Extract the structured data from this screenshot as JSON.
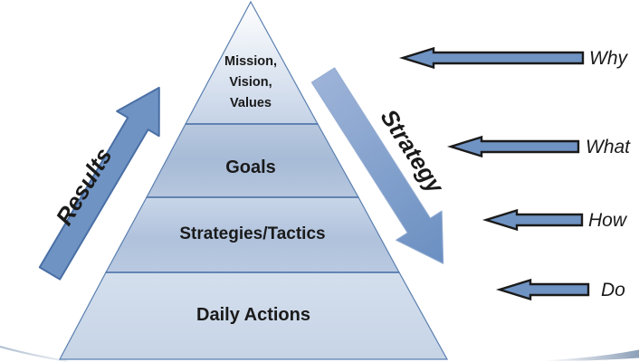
{
  "colors": {
    "arrow_fill": "#6f93c3",
    "arrow_outline": "#4a6fa5",
    "horizontal_arrow_outline": "#1a1a1a",
    "pyramid_border": "#5a7fb0",
    "divider": "#4f74a8",
    "text": "#1a1a1a",
    "background": "#ffffff"
  },
  "pyramid": {
    "top_level_lines": [
      "Mission,",
      "Vision,",
      "Values"
    ],
    "levels": [
      {
        "label": "Goals"
      },
      {
        "label": "Strategies/Tactics"
      },
      {
        "label": "Daily Actions"
      }
    ]
  },
  "side_arrows": {
    "left": {
      "label": "Results",
      "direction": "up"
    },
    "right": {
      "label": "Strategy",
      "direction": "down"
    }
  },
  "right_arrows": [
    {
      "label": "Why"
    },
    {
      "label": "What"
    },
    {
      "label": "How"
    },
    {
      "label": "Do"
    }
  ]
}
